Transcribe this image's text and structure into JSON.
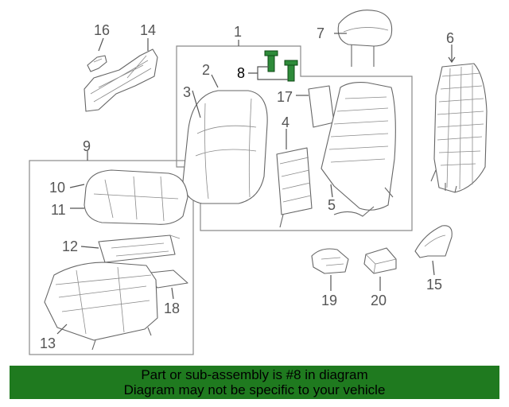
{
  "diagram": {
    "callouts": {
      "c1": "1",
      "c2": "2",
      "c3": "3",
      "c4": "4",
      "c5": "5",
      "c6": "6",
      "c7": "7",
      "c8": "8",
      "c9": "9",
      "c10": "10",
      "c11": "11",
      "c12": "12",
      "c13": "13",
      "c14": "14",
      "c15": "15",
      "c16": "16",
      "c17": "17",
      "c18": "18",
      "c19": "19",
      "c20": "20"
    },
    "highlight_color": "#1f7a1f"
  },
  "banner": {
    "line1": "Part or sub-assembly is #8 in diagram",
    "line2": "Diagram may not be specific to your vehicle",
    "background": "#1f7a1f"
  }
}
